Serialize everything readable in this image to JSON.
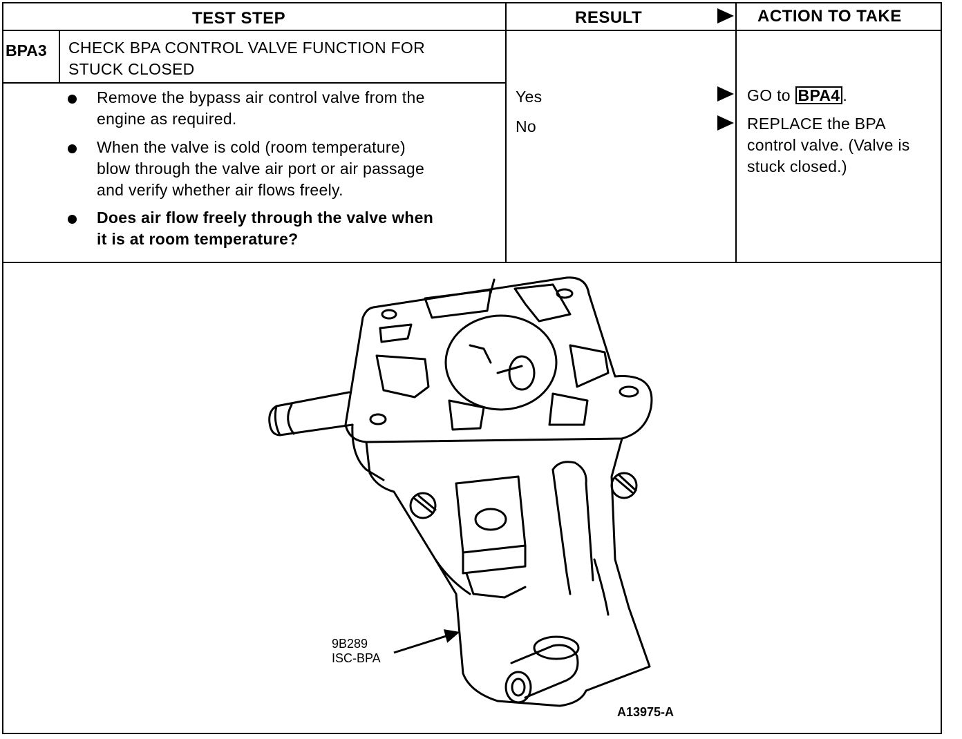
{
  "header": {
    "test_step": "TEST STEP",
    "result": "RESULT",
    "action": "ACTION TO TAKE"
  },
  "step": {
    "code": "BPA3",
    "title_line1": "CHECK BPA CONTROL VALVE FUNCTION FOR",
    "title_line2": "STUCK CLOSED",
    "bullets": [
      {
        "lines": [
          "Remove the bypass air control valve from the",
          "engine as required."
        ]
      },
      {
        "lines": [
          "When the valve is cold (room temperature)",
          "blow through the valve air port or air passage",
          "and verify whether air flows freely."
        ]
      },
      {
        "lines": [
          "Does air flow freely through the valve when",
          "it is at room temperature?"
        ],
        "bold": true
      }
    ]
  },
  "results": [
    {
      "label": "Yes",
      "action_prefix": "GO to ",
      "action_ref": "BPA4",
      "action_suffix": "."
    },
    {
      "label": "No",
      "action_lines": [
        "REPLACE the BPA",
        "control valve. (Valve is",
        "stuck closed.)"
      ]
    }
  ],
  "figure": {
    "part_number": "9B289",
    "part_name": "ISC-BPA",
    "figure_code": "A13975-A",
    "description_icon": "bypass-air-control-valve-drawing"
  }
}
